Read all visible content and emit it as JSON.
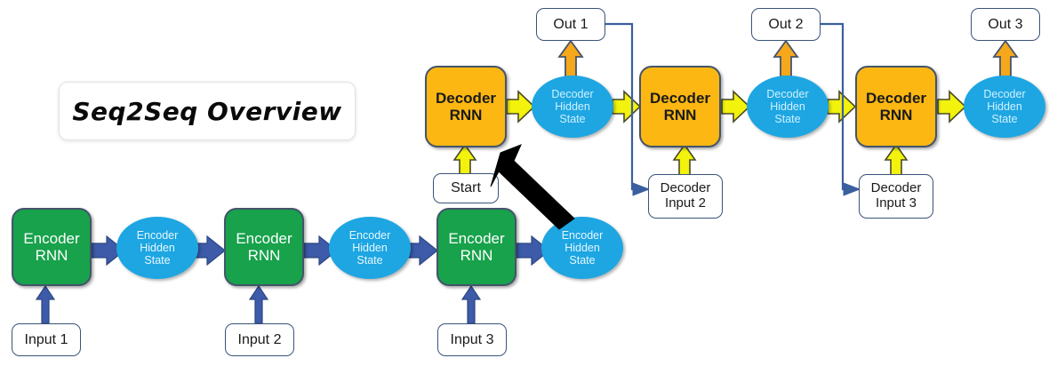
{
  "title": {
    "text": "Seq2Seq Overview"
  },
  "colors": {
    "encoder_green": "#17A24B",
    "decoder_orange": "#FCB712",
    "hidden_state_blue": "#1DA6E2",
    "encoder_arrow_blue": "#3D5BA9",
    "decoder_arrow_yellow": "#F2F20C",
    "output_arrow_orange": "#F5A81C",
    "connector_blue": "#3A5F9F",
    "teacher_forcing_arrow": "#000000",
    "box_outline": "#3A5378",
    "node_outline": "#44546A",
    "background": "#FFFFFF"
  },
  "encoder": {
    "inputs": [
      {
        "label": "Input 1"
      },
      {
        "label": "Input 2"
      },
      {
        "label": "Input 3"
      }
    ],
    "cells": [
      {
        "line1": "Encoder",
        "line2": "RNN"
      },
      {
        "line1": "Encoder",
        "line2": "RNN"
      },
      {
        "line1": "Encoder",
        "line2": "RNN"
      }
    ],
    "hidden_states": [
      {
        "line1": "Encoder",
        "line2": "Hidden",
        "line3": "State"
      },
      {
        "line1": "Encoder",
        "line2": "Hidden",
        "line3": "State"
      },
      {
        "line1": "Encoder",
        "line2": "Hidden",
        "line3": "State"
      }
    ]
  },
  "decoder": {
    "start_token": {
      "label": "Start"
    },
    "cells": [
      {
        "line1": "Decoder",
        "line2": "RNN"
      },
      {
        "line1": "Decoder",
        "line2": "RNN"
      },
      {
        "line1": "Decoder",
        "line2": "RNN"
      }
    ],
    "hidden_states": [
      {
        "line1": "Decoder",
        "line2": "Hidden",
        "line3": "State"
      },
      {
        "line1": "Decoder",
        "line2": "Hidden",
        "line3": "State"
      },
      {
        "line1": "Decoder",
        "line2": "Hidden",
        "line3": "State"
      }
    ],
    "outputs": [
      {
        "label": "Out 1"
      },
      {
        "label": "Out 2"
      },
      {
        "label": "Out 3"
      }
    ],
    "inputs": [
      {
        "line1": "Decoder",
        "line2": "Input 2"
      },
      {
        "line1": "Decoder",
        "line2": "Input 3"
      }
    ]
  },
  "icons": {
    "encoder_flow_arrow": "right-arrow-icon",
    "encoder_input_arrow": "up-arrow-icon",
    "decoder_flow_arrow": "right-arrow-icon",
    "decoder_input_arrow": "up-arrow-icon",
    "output_arrow": "up-arrow-icon",
    "context_vector_arrow": "diagonal-arrow-icon",
    "feedback_connector": "elbow-connector-icon"
  }
}
